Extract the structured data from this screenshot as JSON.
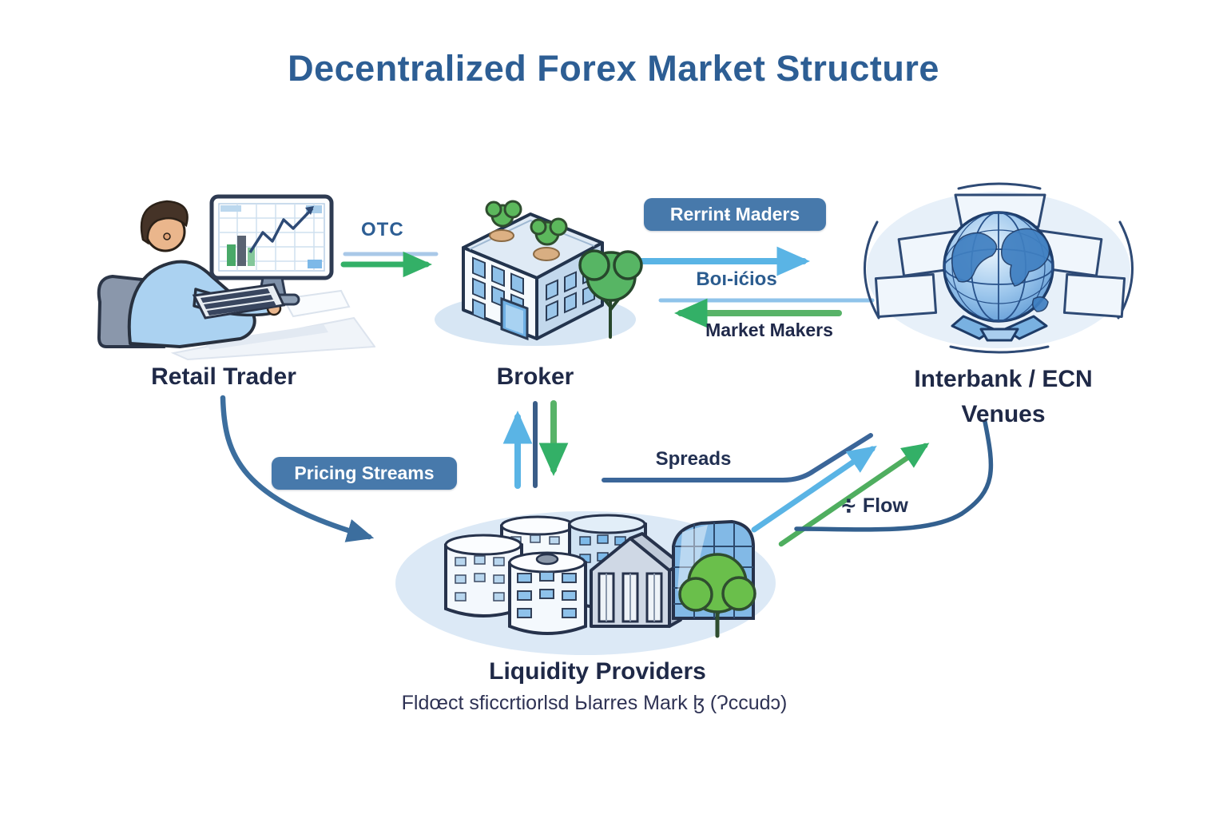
{
  "title": "Decentralized Forex Market Structure",
  "nodes": {
    "retail_trader": {
      "label": "Retail Trader"
    },
    "broker": {
      "label": "Broker"
    },
    "interbank": {
      "label": "Interbank / ECN",
      "label2": "Venues"
    },
    "liquidity_providers": {
      "label": "Liquidity Providers",
      "subtitle": "Fldœct sficcrtiorlsd Ьlarres Mark ɮ (Ɂccudɔ)"
    }
  },
  "labels": {
    "otc": "OTC",
    "quoting_badge": "Rerrinŧ Maders",
    "prices": "Boı-ićios",
    "market_makers": "Market Makers",
    "pricing_streams": "Pricing Streams",
    "spreads": "Spreads",
    "flow": "∻ Flow"
  },
  "icons": {
    "retail_trader": "trader-at-desk-icon",
    "broker": "office-building-icon",
    "interbank": "globe-network-icon",
    "liquidity_providers": "bank-buildings-icon"
  },
  "colors": {
    "title": "#2d5e94",
    "node_label": "#1f2947",
    "badge_bg": "#4779ab",
    "badge_text": "#ffffff",
    "green_arrow": "#33b067",
    "light_blue_arrow": "#5ab4e5",
    "steel_blue_arrow": "#3c6e9e",
    "underline_blue": "#a9c8e8"
  }
}
